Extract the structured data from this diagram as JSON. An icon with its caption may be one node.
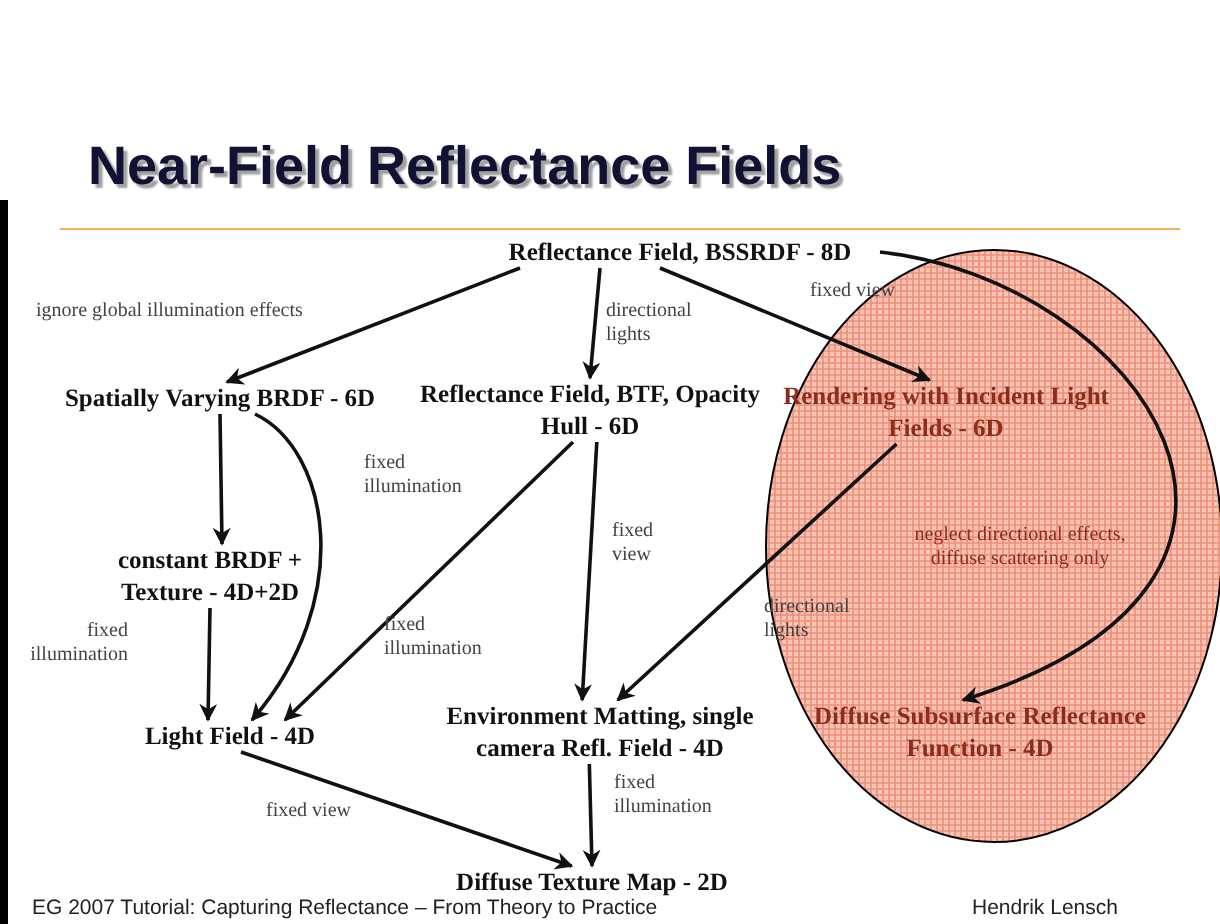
{
  "diagram": {
    "title": "Near-Field Reflectance Fields",
    "nodes": [
      {
        "text": [
          "Reflectance Field, BSSRDF - 8D"
        ]
      },
      {
        "text": [
          "Spatially Varying BRDF - 6D"
        ]
      },
      {
        "text": [
          "Reflectance Field, BTF, Opacity Hull - 6D"
        ]
      },
      {
        "text": [],
        "shape": "circle"
      },
      {
        "text": [
          "Rendering with Incident Light Fields - 6D"
        ],
        "in": 3
      },
      {
        "text": [
          "constant BRDF + Texture - 4D+2D"
        ]
      },
      {
        "text": [
          "Light Field - 4D"
        ]
      },
      {
        "text": [
          "Environment Matting, single camera Refl. Field - 4D"
        ]
      },
      {
        "text": [
          "Diffuse Subsurface Reflectance Function - 4D"
        ],
        "in": 3
      },
      {
        "text": [
          "Diffuse Texture Map - 2D"
        ]
      }
    ],
    "edges": [
      {
        "from": 0,
        "to": 1,
        "arrow": "to",
        "label": "ignore global illumination effects"
      },
      {
        "from": 0,
        "to": 2,
        "arrow": "to",
        "label": "directional lights"
      },
      {
        "from": 0,
        "to": 4,
        "arrow": "to",
        "label": "fixed view"
      },
      {
        "from": 0,
        "to": 8,
        "arrow": "to",
        "label": "neglect directional effects, diffuse scattering only"
      },
      {
        "from": 1,
        "to": 5,
        "arrow": "to"
      },
      {
        "from": 1,
        "to": 6,
        "arrow": "to",
        "label": "fixed illumination"
      },
      {
        "from": 5,
        "to": 6,
        "arrow": "to",
        "label": "fixed illumination"
      },
      {
        "from": 2,
        "to": 6,
        "arrow": "to",
        "label": "fixed illumination"
      },
      {
        "from": 2,
        "to": 7,
        "arrow": "to",
        "label": "fixed view"
      },
      {
        "from": 4,
        "to": 7,
        "arrow": "to",
        "label": "directional lights"
      },
      {
        "from": 6,
        "to": 9,
        "arrow": "to",
        "label": "fixed view"
      },
      {
        "from": 7,
        "to": 9,
        "arrow": "to",
        "label": "fixed illumination"
      }
    ],
    "labels": [
      "EG 2007 Tutorial: Capturing Reflectance – From Theory to Practice",
      "Hendrik Lensch"
    ]
  }
}
